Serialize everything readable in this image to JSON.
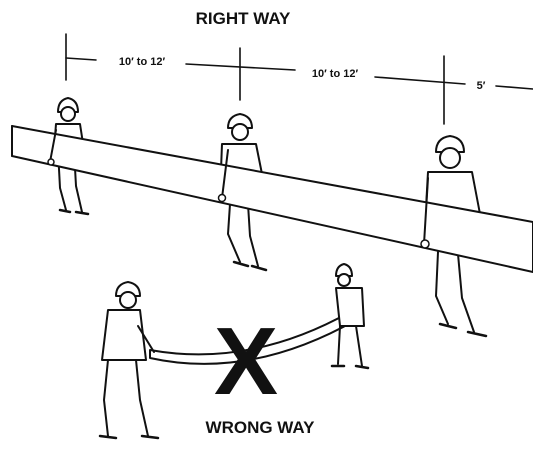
{
  "diagram": {
    "title_top": "RIGHT WAY",
    "title_bottom": "WRONG WAY",
    "dimensions": [
      {
        "id": "gap-1",
        "label": "10′ to 12′"
      },
      {
        "id": "gap-2",
        "label": "10′ to 12′"
      },
      {
        "id": "gap-3",
        "label": "5′"
      }
    ],
    "mark": "X",
    "colors": {
      "ink": "#111111",
      "background": "#ffffff"
    }
  }
}
